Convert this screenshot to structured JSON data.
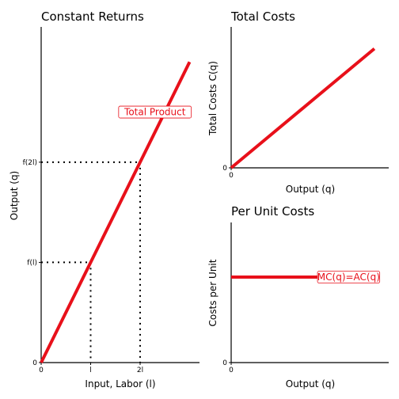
{
  "colors": {
    "line": "#e8101a",
    "axis": "#000000",
    "label_bg": "#ffffff"
  },
  "chart_data": [
    {
      "type": "line",
      "title": "Constant Returns",
      "xlabel": "Input, Labor (l)",
      "ylabel": "Output (q)",
      "xlim": [
        0,
        3.2
      ],
      "ylim": [
        0,
        3.35
      ],
      "series": [
        {
          "name": "Total Product",
          "x": [
            0,
            3.0
          ],
          "y": [
            0,
            3.0
          ]
        }
      ],
      "x_ticks": [
        {
          "value": 0,
          "label": "0"
        },
        {
          "value": 1,
          "label": "l"
        },
        {
          "value": 2,
          "label": "2l"
        }
      ],
      "y_ticks": [
        {
          "value": 0,
          "label": "0"
        },
        {
          "value": 1,
          "label": "f(l)"
        },
        {
          "value": 2,
          "label": "f(2l)"
        }
      ],
      "reference_points": [
        {
          "x": 1,
          "y": 1
        },
        {
          "x": 2,
          "y": 2
        }
      ],
      "annotations": [
        {
          "text": "Total Product",
          "x": 2.3,
          "y": 2.5
        }
      ]
    },
    {
      "type": "line",
      "title": "Total Costs",
      "xlabel": "Output (q)",
      "ylabel": "Total Costs C(q)",
      "xlim": [
        0,
        1.1
      ],
      "ylim": [
        0,
        1.1
      ],
      "series": [
        {
          "name": "",
          "x": [
            0,
            1.0
          ],
          "y": [
            0,
            0.93
          ]
        }
      ],
      "x_ticks": [
        {
          "value": 0,
          "label": "0"
        }
      ],
      "y_ticks": [
        {
          "value": 0,
          "label": "0"
        }
      ]
    },
    {
      "type": "line",
      "title": "Per Unit Costs",
      "xlabel": "Output (q)",
      "ylabel": "Costs per Unit",
      "xlim": [
        0,
        1.1
      ],
      "ylim": [
        0,
        1.0
      ],
      "series": [
        {
          "name": "MC(q)=AC(q)",
          "x": [
            0,
            1.0
          ],
          "y": [
            0.61,
            0.61
          ]
        }
      ],
      "x_ticks": [
        {
          "value": 0,
          "label": "0"
        }
      ],
      "y_ticks": [
        {
          "value": 0,
          "label": "0"
        }
      ],
      "annotations": [
        {
          "text": "MC(q)=AC(q)",
          "x": 0.82,
          "y": 0.61
        }
      ]
    }
  ]
}
